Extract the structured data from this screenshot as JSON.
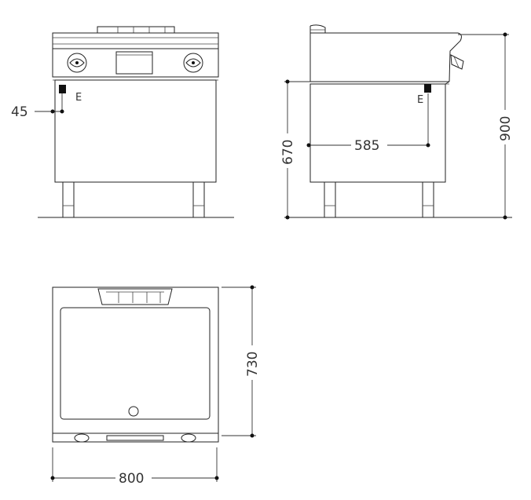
{
  "front_view": {
    "marker_label": "E",
    "dim_45": "45"
  },
  "side_view": {
    "marker_label": "E",
    "dim_670": "670",
    "dim_585": "585",
    "dim_900": "900"
  },
  "top_view": {
    "dim_730": "730",
    "dim_800": "800"
  },
  "colors": {
    "line": "#222222",
    "background": "#ffffff"
  }
}
